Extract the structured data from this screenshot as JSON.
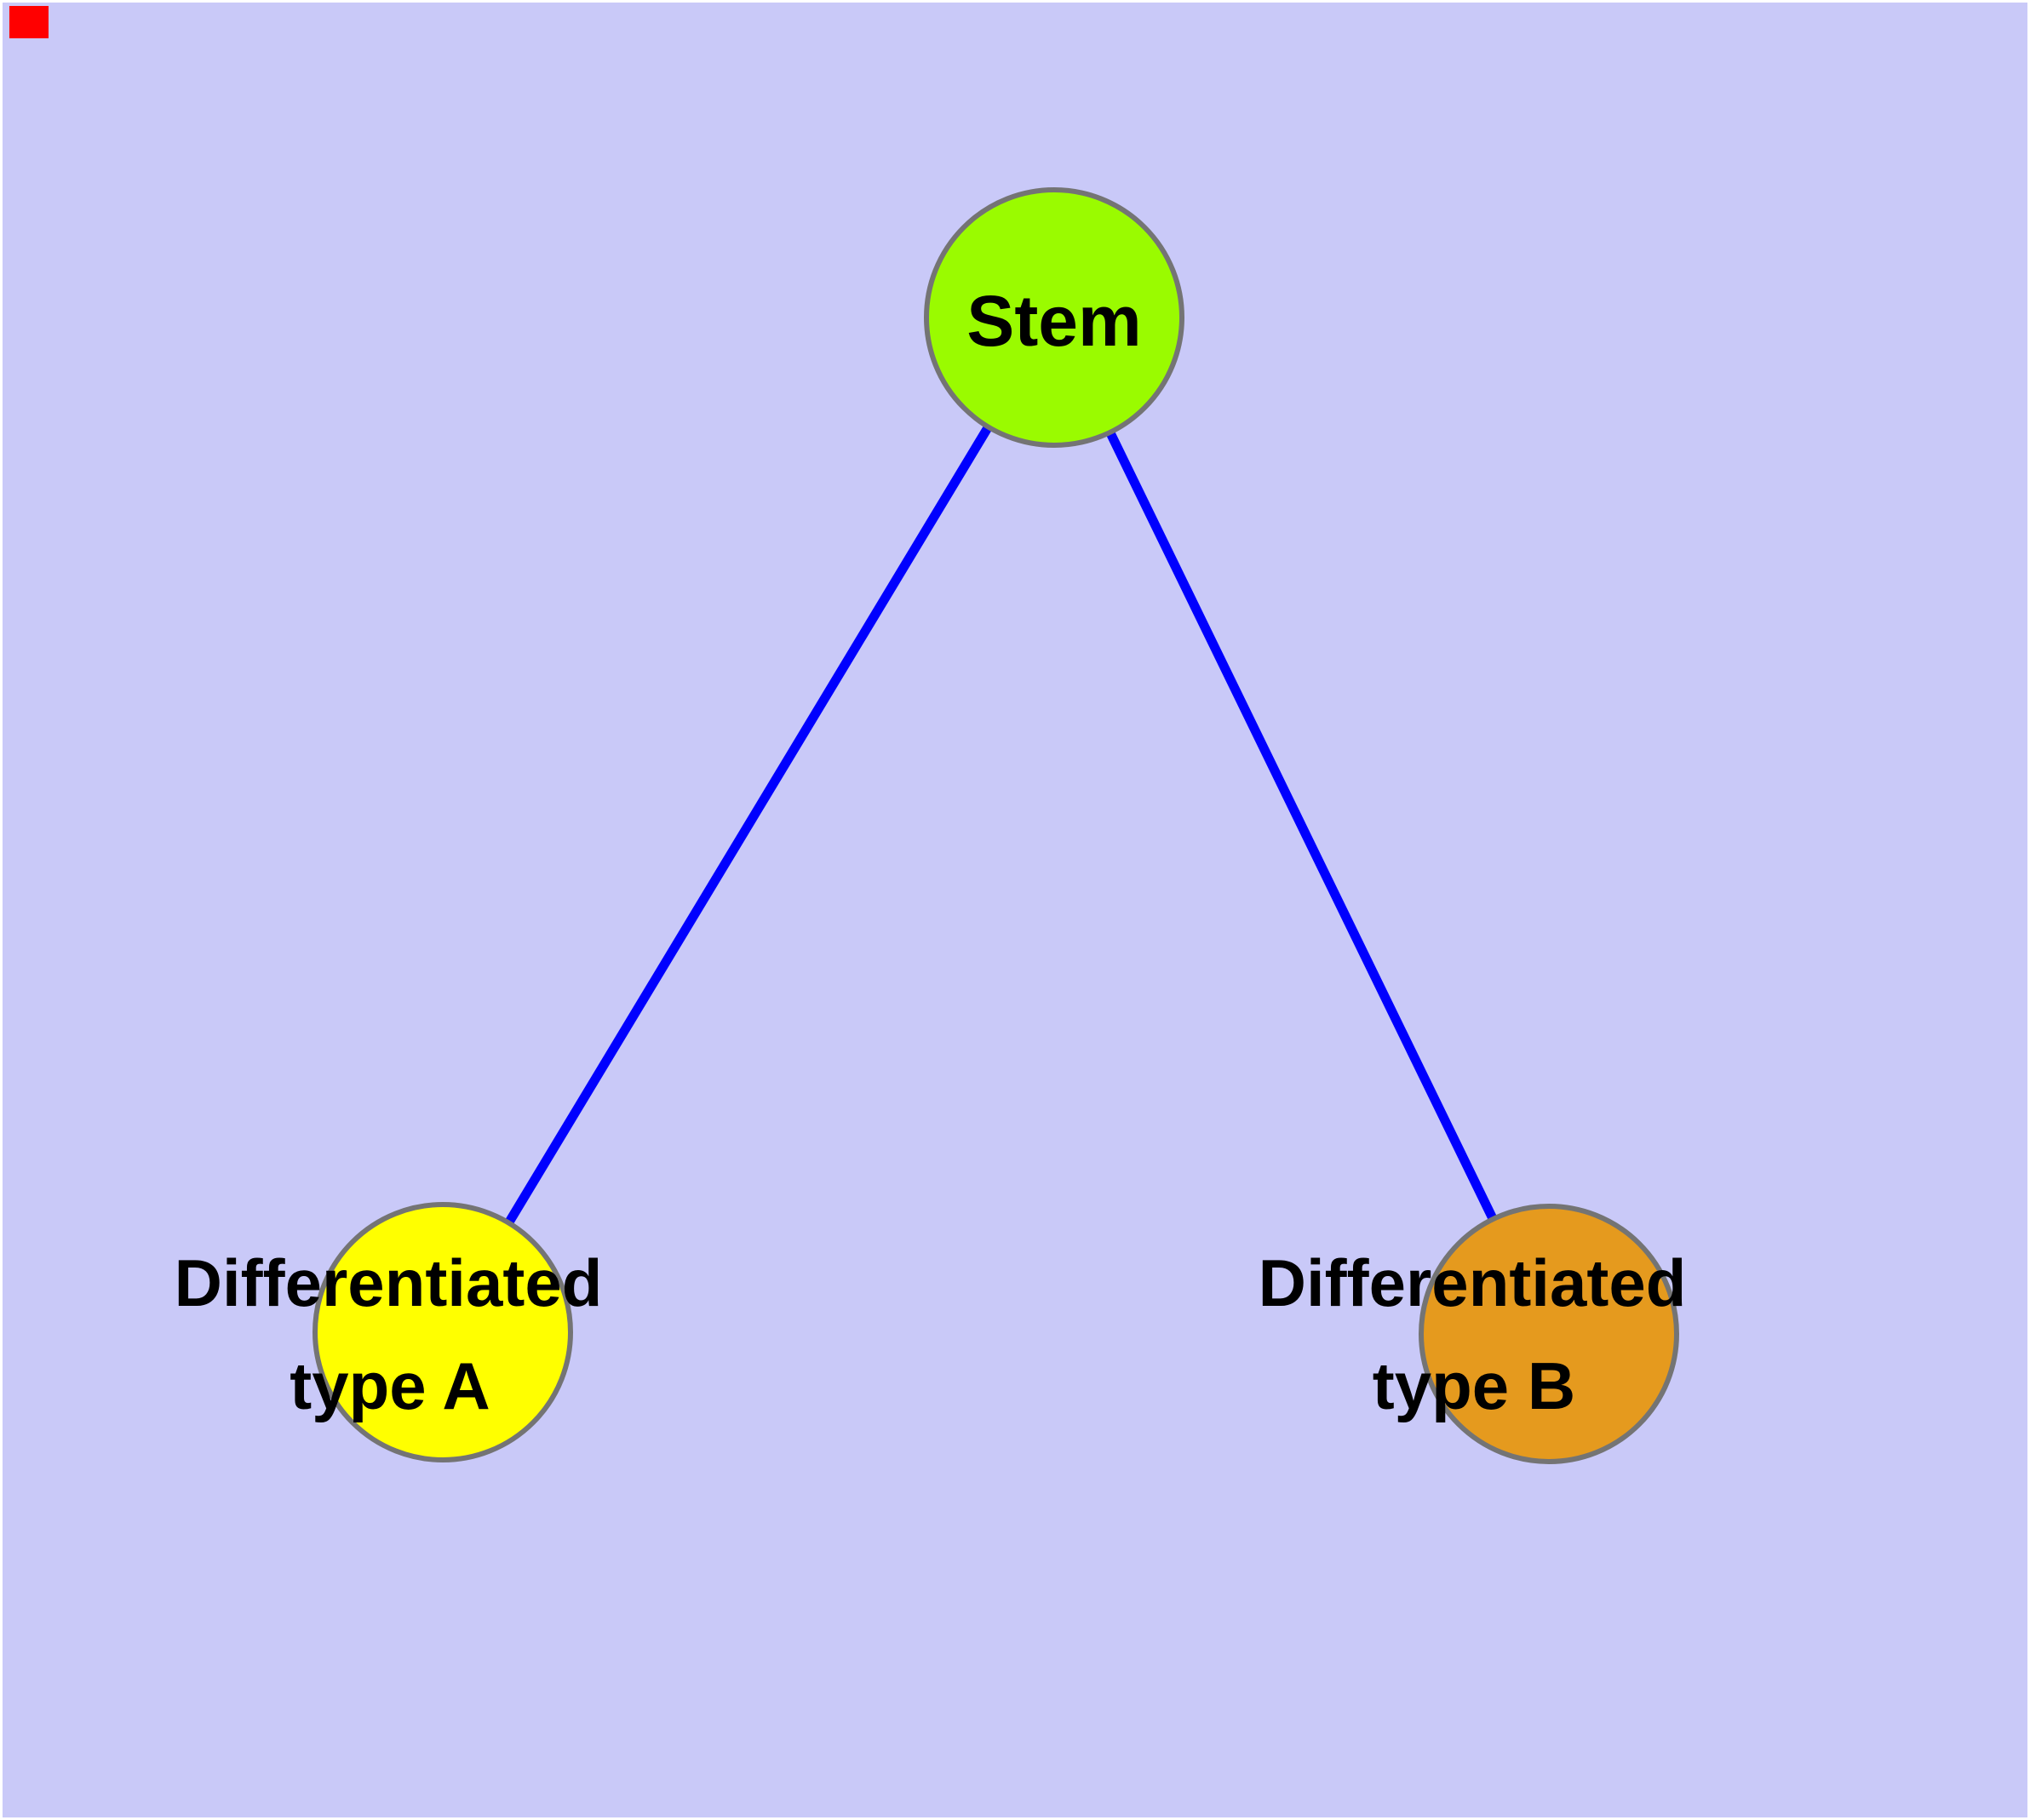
{
  "diagram": {
    "description": "Cell differentiation tree diagram",
    "colors": {
      "background": "#C9C9F8",
      "page_margin": "#FFFFFF",
      "edge": "#0000FE",
      "node_border": "#747474",
      "label_text": "#000000"
    },
    "nodes": [
      {
        "id": "stem",
        "label": "Stem",
        "fill": "#9AFB00"
      },
      {
        "id": "differentiated-a",
        "label": "Differentiated type A",
        "label_line1": "Differentiated",
        "label_line2": "type A",
        "fill": "#FFFF00"
      },
      {
        "id": "differentiated-b",
        "label": "Differentiated type B",
        "label_line1": "Differentiated",
        "label_line2": "type B",
        "fill": "#E59A1E"
      }
    ],
    "edges": [
      {
        "from": "stem",
        "to": "differentiated-a"
      },
      {
        "from": "stem",
        "to": "differentiated-b"
      }
    ]
  },
  "overlay": {
    "marker_color": "#FF0000"
  }
}
